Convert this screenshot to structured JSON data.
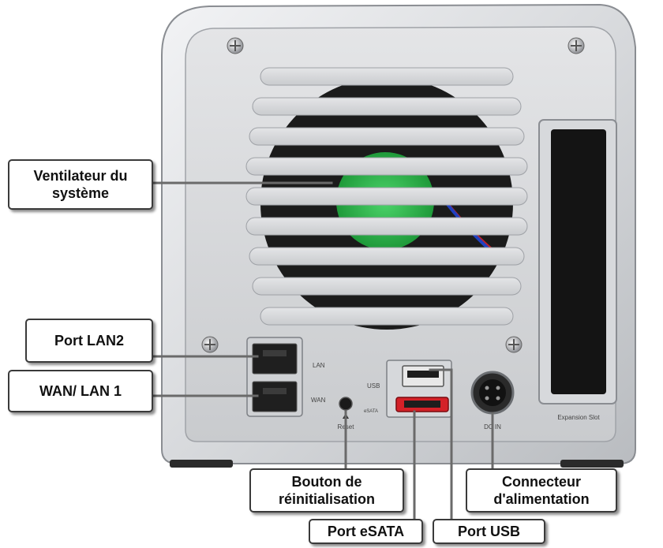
{
  "device": {
    "port_text": {
      "lan": "LAN",
      "wan": "WAN",
      "usb": "USB",
      "esata": "eSATA",
      "reset": "Reset",
      "dc_in": "DC IN",
      "expansion_slot": "Expansion Slot"
    }
  },
  "callouts": {
    "fan": {
      "line1": "Ventilateur du",
      "line2": "système"
    },
    "lan2": {
      "label": "Port LAN2"
    },
    "wan_lan1": {
      "label": "WAN/ LAN 1"
    },
    "reset": {
      "line1": "Bouton de",
      "line2": "réinitialisation"
    },
    "esata": {
      "label": "Port eSATA"
    },
    "usb": {
      "label": "Port USB"
    },
    "power": {
      "line1": "Connecteur",
      "line2": "d'alimentation"
    }
  }
}
